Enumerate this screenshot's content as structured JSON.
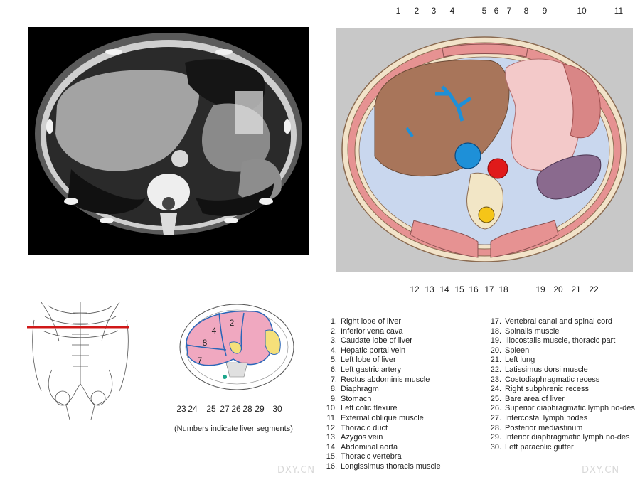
{
  "top_labels": [
    "1",
    "2",
    "3",
    "4",
    "5",
    "6",
    "7",
    "8",
    "9",
    "10",
    "11"
  ],
  "bottom_labels": [
    "12",
    "13",
    "14",
    "15",
    "16",
    "17",
    "18",
    "19",
    "20",
    "21",
    "22"
  ],
  "segment_numbers": [
    "4",
    "2",
    "8",
    "7"
  ],
  "small_labels": [
    "23",
    "24",
    "25",
    "27",
    "26",
    "28",
    "29",
    "30"
  ],
  "caption": "(Numbers indicate liver segments)",
  "legend_left": [
    {
      "n": "1.",
      "t": "Right lobe of liver"
    },
    {
      "n": "2.",
      "t": "Inferior vena cava"
    },
    {
      "n": "3.",
      "t": "Caudate lobe of liver"
    },
    {
      "n": "4.",
      "t": "Hepatic portal vein"
    },
    {
      "n": "5.",
      "t": "Left lobe of liver"
    },
    {
      "n": "6.",
      "t": "Left gastric artery"
    },
    {
      "n": "7.",
      "t": "Rectus abdominis muscle"
    },
    {
      "n": "8.",
      "t": "Diaphragm"
    },
    {
      "n": "9.",
      "t": "Stomach"
    },
    {
      "n": "10.",
      "t": "Left colic flexure"
    },
    {
      "n": "11.",
      "t": "External oblique muscle"
    },
    {
      "n": "12.",
      "t": "Thoracic duct"
    },
    {
      "n": "13.",
      "t": "Azygos vein"
    },
    {
      "n": "14.",
      "t": "Abdominal aorta"
    },
    {
      "n": "15.",
      "t": "Thoracic vertebra"
    },
    {
      "n": "16.",
      "t": "Longissimus thoracis muscle"
    }
  ],
  "legend_right": [
    {
      "n": "17.",
      "t": "Vertebral canal and spinal cord"
    },
    {
      "n": "18.",
      "t": "Spinalis muscle"
    },
    {
      "n": "19.",
      "t": "Iliocostalis muscle, thoracic part"
    },
    {
      "n": "20.",
      "t": "Spleen"
    },
    {
      "n": "21.",
      "t": "Left lung"
    },
    {
      "n": "22.",
      "t": "Latissimus dorsi muscle"
    },
    {
      "n": "23.",
      "t": "Costodiaphragmatic recess"
    },
    {
      "n": "24.",
      "t": "Right subphrenic recess"
    },
    {
      "n": "25.",
      "t": "Bare area of liver"
    },
    {
      "n": "26.",
      "t": "Superior diaphragmatic lymph no-des"
    },
    {
      "n": "27.",
      "t": "Intercostal lymph nodes"
    },
    {
      "n": "28.",
      "t": "Posterior mediastinum"
    },
    {
      "n": "29.",
      "t": "Inferior diaphragmatic lymph no-des"
    },
    {
      "n": "30.",
      "t": "Left paracolic gutter"
    }
  ],
  "watermarks": [
    "DXY.CN",
    "DXY.CN"
  ],
  "colors": {
    "liver": "#a8755a",
    "vessel_blue": "#1e90d8",
    "aorta_red": "#e01a1a",
    "stomach_pink": "#f3c9c9",
    "spleen": "#8a6a8e",
    "lung": "#c9d7ee",
    "muscle": "#e69292",
    "ct_bg": "#000000",
    "diagram_bg": "#c8c8c8",
    "liver_segment": "#f0a8c0",
    "segment_line": "#2a66b8",
    "marker_line": "#d01818"
  }
}
